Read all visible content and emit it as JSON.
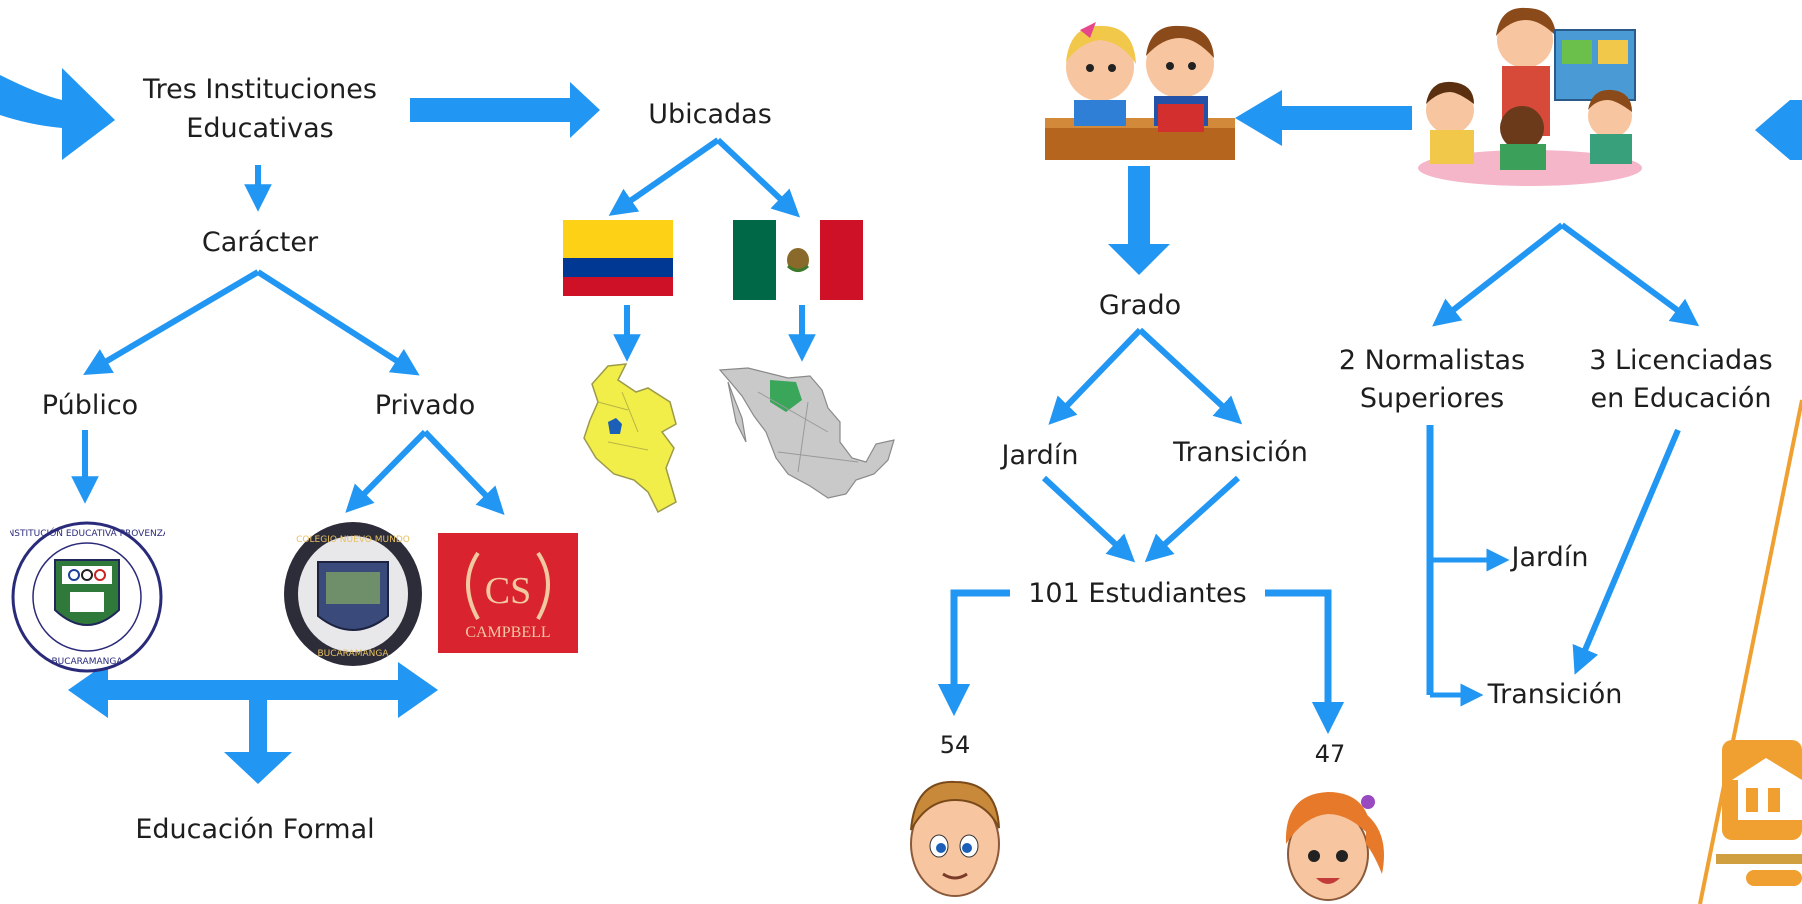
{
  "diagram": {
    "left": {
      "root": [
        "Tres Instituciones",
        "Educativas"
      ],
      "located": "Ubicadas",
      "character": "Carácter",
      "public": "Público",
      "private": "Privado",
      "formal": "Educación Formal",
      "seal_campbell_text": "CAMPBELL",
      "seal_campbell_mono": "CS",
      "seal_provenza_text": "INSTITUCIÓN EDUCATIVA PROVENZA",
      "seal_provenza_city": "BUCARAMANGA",
      "seal_nuevo_mundo_text": "COLEGIO NUEVO MUNDO",
      "seal_nuevo_mundo_city": "BUCARAMANGA"
    },
    "right": {
      "grade": "Grado",
      "kinder": "Jardín",
      "transition": "Transición",
      "students": "101 Estudiantes",
      "boys": "54",
      "girls": "47",
      "normalistas": [
        "2 Normalistas",
        "Superiores"
      ],
      "licenciadas": [
        "3 Licenciadas",
        "en Educación"
      ],
      "teacher_kinder": "Jardín",
      "teacher_transition": "Transición"
    },
    "colors": {
      "arrow": "#2196f3",
      "flag_colombia": [
        "#fcd116",
        "#003893",
        "#ce1126"
      ],
      "flag_mexico": [
        "#006847",
        "#ffffff",
        "#ce1126"
      ],
      "campbell_red": "#d9232e",
      "university_orange": "#f0a030"
    },
    "icons": [
      "colombia-flag-icon",
      "mexico-flag-icon",
      "colombia-map-icon",
      "mexico-map-icon",
      "children-reading-icon",
      "teacher-with-kids-icon",
      "boy-face-icon",
      "girl-face-icon",
      "university-logo-icon"
    ]
  }
}
